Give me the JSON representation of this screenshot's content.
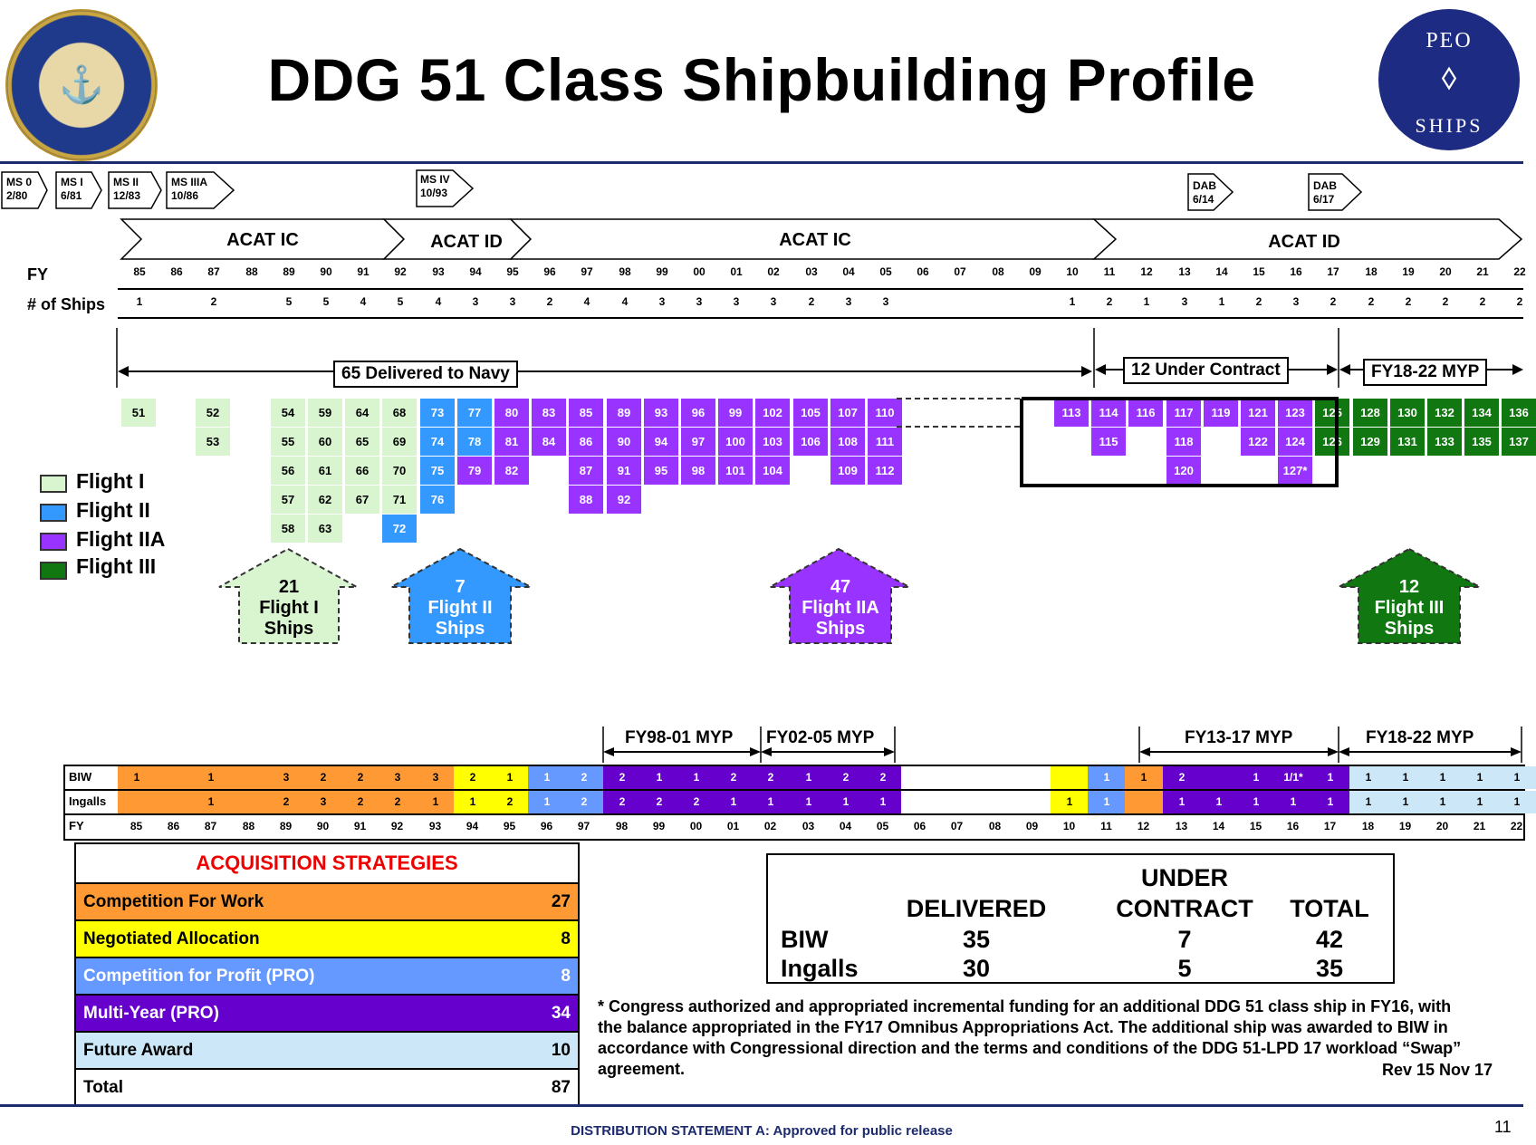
{
  "title": "DDG 51 Class Shipbuilding Profile",
  "logo_right": {
    "top": "PEO",
    "bottom": "SHIPS"
  },
  "milestones": [
    {
      "l1": "MS 0",
      "l2": "2/80"
    },
    {
      "l1": "MS I",
      "l2": "6/81"
    },
    {
      "l1": "MS II",
      "l2": "12/83"
    },
    {
      "l1": "MS IIIA",
      "l2": "10/86"
    },
    {
      "l1": "MS IV",
      "l2": "10/93"
    },
    {
      "l1": "DAB",
      "l2": "6/14"
    },
    {
      "l1": "DAB",
      "l2": "6/17"
    }
  ],
  "acat": [
    "ACAT IC",
    "ACAT ID",
    "ACAT IC",
    "ACAT ID"
  ],
  "fy_label": "FY",
  "ships_label": "# of Ships",
  "years_top": [
    "85",
    "86",
    "87",
    "88",
    "89",
    "90",
    "91",
    "92",
    "93",
    "94",
    "95",
    "96",
    "97",
    "98",
    "99",
    "00",
    "01",
    "02",
    "03",
    "04",
    "05",
    "06",
    "07",
    "08",
    "09",
    "10",
    "11",
    "12",
    "13",
    "14",
    "15",
    "16",
    "17",
    "18",
    "19",
    "20",
    "21",
    "22"
  ],
  "ships_top": [
    "1",
    "",
    "2",
    "",
    "5",
    "5",
    "4",
    "5",
    "4",
    "3",
    "3",
    "2",
    "4",
    "4",
    "3",
    "3",
    "3",
    "3",
    "2",
    "3",
    "3",
    "",
    "",
    "",
    "",
    "1",
    "2",
    "1",
    "3",
    "1",
    "2",
    "3",
    "2",
    "2",
    "2",
    "2",
    "2",
    "2"
  ],
  "spans": {
    "delivered": "65 Delivered to Navy",
    "under_contract": "12 Under Contract",
    "myp": "FY18-22 MYP"
  },
  "legend": [
    "Flight I",
    "Flight II",
    "Flight IIA",
    "Flight III"
  ],
  "arrows": [
    {
      "n": "21",
      "l1": "Flight I",
      "l2": "Ships"
    },
    {
      "n": "7",
      "l1": "Flight II",
      "l2": "Ships"
    },
    {
      "n": "47",
      "l1": "Flight IIA",
      "l2": "Ships"
    },
    {
      "n": "12",
      "l1": "Flight III",
      "l2": "Ships"
    }
  ],
  "hull_cols": [
    {
      "flight": 1,
      "hulls": [
        "51"
      ]
    },
    {
      "flight": 1,
      "hulls": [
        "52",
        "53"
      ]
    },
    {
      "flight": 1,
      "hulls": [
        "54",
        "55",
        "56",
        "57",
        "58"
      ]
    },
    {
      "flight": 1,
      "hulls": [
        "59",
        "60",
        "61",
        "62",
        "63"
      ]
    },
    {
      "flight": 1,
      "hulls": [
        "64",
        "65",
        "66",
        "67"
      ]
    },
    {
      "flight": 1,
      "hulls": [
        "68",
        "69",
        "70",
        "71"
      ]
    },
    {
      "flight": 2,
      "hulls": [
        "73",
        "74",
        "75",
        "76"
      ]
    },
    {
      "flight": 2,
      "hulls": [
        "77",
        "78"
      ]
    },
    {
      "flight": 3,
      "hulls": [
        "80",
        "81",
        "82"
      ]
    },
    {
      "flight": 3,
      "hulls": [
        "83",
        "84"
      ]
    },
    {
      "flight": 3,
      "hulls": [
        "85",
        "86",
        "87",
        "88"
      ]
    },
    {
      "flight": 3,
      "hulls": [
        "89",
        "90",
        "91",
        "92"
      ]
    },
    {
      "flight": 3,
      "hulls": [
        "93",
        "94",
        "95"
      ]
    },
    {
      "flight": 3,
      "hulls": [
        "96",
        "97",
        "98"
      ]
    },
    {
      "flight": 3,
      "hulls": [
        "99",
        "100",
        "101"
      ]
    },
    {
      "flight": 3,
      "hulls": [
        "102",
        "103",
        "104"
      ]
    },
    {
      "flight": 3,
      "hulls": [
        "105",
        "106"
      ]
    },
    {
      "flight": 3,
      "hulls": [
        "107",
        "108",
        "109"
      ]
    },
    {
      "flight": 3,
      "hulls": [
        "110",
        "111",
        "112"
      ]
    }
  ],
  "hull_extra": {
    "h72": "72",
    "h79": "79"
  },
  "hull_uc": [
    {
      "flight": 3,
      "hulls": [
        "113"
      ]
    },
    {
      "flight": 3,
      "hulls": [
        "114",
        "115"
      ]
    },
    {
      "flight": 3,
      "hulls": [
        "116"
      ]
    },
    {
      "flight": 3,
      "hulls": [
        "117",
        "118",
        "120"
      ]
    },
    {
      "flight": 3,
      "hulls": [
        "119"
      ]
    },
    {
      "flight": 3,
      "hulls": [
        "121",
        "122"
      ]
    },
    {
      "flight": 3,
      "hulls": [
        "123",
        "124",
        "127*"
      ]
    },
    {
      "flight": 4,
      "hulls": [
        "125",
        "126"
      ]
    }
  ],
  "hull_myp": [
    [
      "128",
      "129"
    ],
    [
      "130",
      "131"
    ],
    [
      "132",
      "133"
    ],
    [
      "134",
      "135"
    ],
    [
      "136",
      "137"
    ]
  ],
  "bottom_myp": [
    "FY98-01 MYP",
    "FY02-05 MYP",
    "FY13-17 MYP",
    "FY18-22 MYP"
  ],
  "biw_label": "BIW",
  "ingalls_label": "Ingalls",
  "biw_vals": [
    "1",
    "",
    "1",
    "",
    "3",
    "2",
    "2",
    "3",
    "3",
    "2",
    "1",
    "1",
    "2",
    "2",
    "1",
    "1",
    "2",
    "2",
    "1",
    "2",
    "2",
    "",
    "",
    "",
    "",
    "",
    "1",
    "1",
    "2",
    "",
    "1",
    "1/1*",
    "1",
    "1",
    "1",
    "1",
    "1",
    "1"
  ],
  "ingalls_vals": [
    "",
    "",
    "1",
    "",
    "2",
    "3",
    "2",
    "2",
    "1",
    "1",
    "2",
    "1",
    "2",
    "2",
    "2",
    "2",
    "1",
    "1",
    "1",
    "1",
    "1",
    "",
    "",
    "",
    "",
    "1",
    "1",
    "",
    "1",
    "1",
    "1",
    "1",
    "1",
    "1",
    "1",
    "1",
    "1",
    "1"
  ],
  "bottom_colors_biw": [
    "o",
    "o",
    "o",
    "o",
    "o",
    "o",
    "o",
    "o",
    "o",
    "y",
    "y",
    "b",
    "b",
    "p",
    "p",
    "p",
    "p",
    "p",
    "p",
    "p",
    "p",
    "w",
    "w",
    "w",
    "w",
    "y",
    "b",
    "o",
    "p",
    "p",
    "p",
    "p",
    "p",
    "f",
    "f",
    "f",
    "f",
    "f"
  ],
  "bottom_colors_ing": [
    "o",
    "o",
    "o",
    "o",
    "o",
    "o",
    "o",
    "o",
    "o",
    "y",
    "y",
    "b",
    "b",
    "p",
    "p",
    "p",
    "p",
    "p",
    "p",
    "p",
    "p",
    "w",
    "w",
    "w",
    "w",
    "y",
    "b",
    "o",
    "p",
    "p",
    "p",
    "p",
    "p",
    "f",
    "f",
    "f",
    "f",
    "f"
  ],
  "palette": {
    "o": "#ff9933",
    "y": "#ffff00",
    "b": "#6699ff",
    "p": "#6600cc",
    "w": "#ffffff",
    "f": "#cce8f8"
  },
  "acq": {
    "heading": "ACQUISITION STRATEGIES",
    "rows": [
      {
        "label": "Competition For Work",
        "value": "27",
        "color": "#ff9933",
        "fg": "#000000"
      },
      {
        "label": "Negotiated Allocation",
        "value": "8",
        "color": "#ffff00",
        "fg": "#000000"
      },
      {
        "label": "Competition for Profit (PRO)",
        "value": "8",
        "color": "#6699ff",
        "fg": "#ffffff"
      },
      {
        "label": "Multi-Year (PRO)",
        "value": "34",
        "color": "#6600cc",
        "fg": "#ffffff"
      },
      {
        "label": "Future Award",
        "value": "10",
        "color": "#cce8f8",
        "fg": "#000000"
      },
      {
        "label": "Total",
        "value": "87",
        "color": "#ffffff",
        "fg": "#000000"
      }
    ]
  },
  "summary": {
    "h_under1": "UNDER",
    "h_delivered": "DELIVERED",
    "h_under2": "CONTRACT",
    "h_total": "TOTAL",
    "rows": [
      {
        "label": "BIW",
        "delivered": "35",
        "under": "7",
        "total": "42"
      },
      {
        "label": "Ingalls",
        "delivered": "30",
        "under": "5",
        "total": "35"
      }
    ]
  },
  "note": "* Congress authorized and appropriated incremental funding for an additional DDG 51 class ship in FY16, with the balance appropriated in the FY17 Omnibus Appropriations Act.  The additional ship was awarded to BIW in accordance with Congressional direction and the terms and conditions of the DDG 51-LPD 17 workload “Swap” agreement.",
  "rev": "Rev 15 Nov 17",
  "footer": "DISTRIBUTION STATEMENT A:  Approved for public release",
  "page_number": "11"
}
